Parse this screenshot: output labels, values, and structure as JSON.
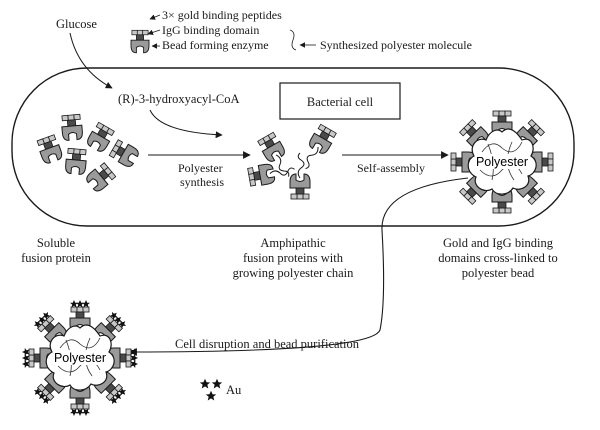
{
  "labels": {
    "glucose": "Glucose",
    "legend_gold": "3× gold binding peptides",
    "legend_igg": "IgG binding domain",
    "legend_enzyme": "Bead forming enzyme",
    "legend_molecule": "Synthesized polyester molecule",
    "precursor": "(R)-3-hydroxyacyl-CoA",
    "cell": "Bacterial cell",
    "synthesis_line1": "Polyester",
    "synthesis_line2": "synthesis",
    "self_assembly": "Self-assembly",
    "bead_cell": "Polyester",
    "bead_out": "Polyester",
    "soluble_line1": "Soluble",
    "soluble_line2": "fusion protein",
    "amph_line1": "Amphipathic",
    "amph_line2": "fusion proteins with",
    "amph_line3": "growing polyester chain",
    "gold_line1": "Gold and IgG binding",
    "gold_line2": "domains cross-linked to",
    "gold_line3": "polyester bead",
    "disruption": "Cell disruption and bead purification",
    "au": "Au"
  },
  "colors": {
    "outline": "#1a1a1a",
    "protein_fill": "#9a9a9a",
    "protein_dark": "#4a4a4a",
    "peptide_fill": "#c8c8c8",
    "bead_fill": "#ffffff"
  }
}
